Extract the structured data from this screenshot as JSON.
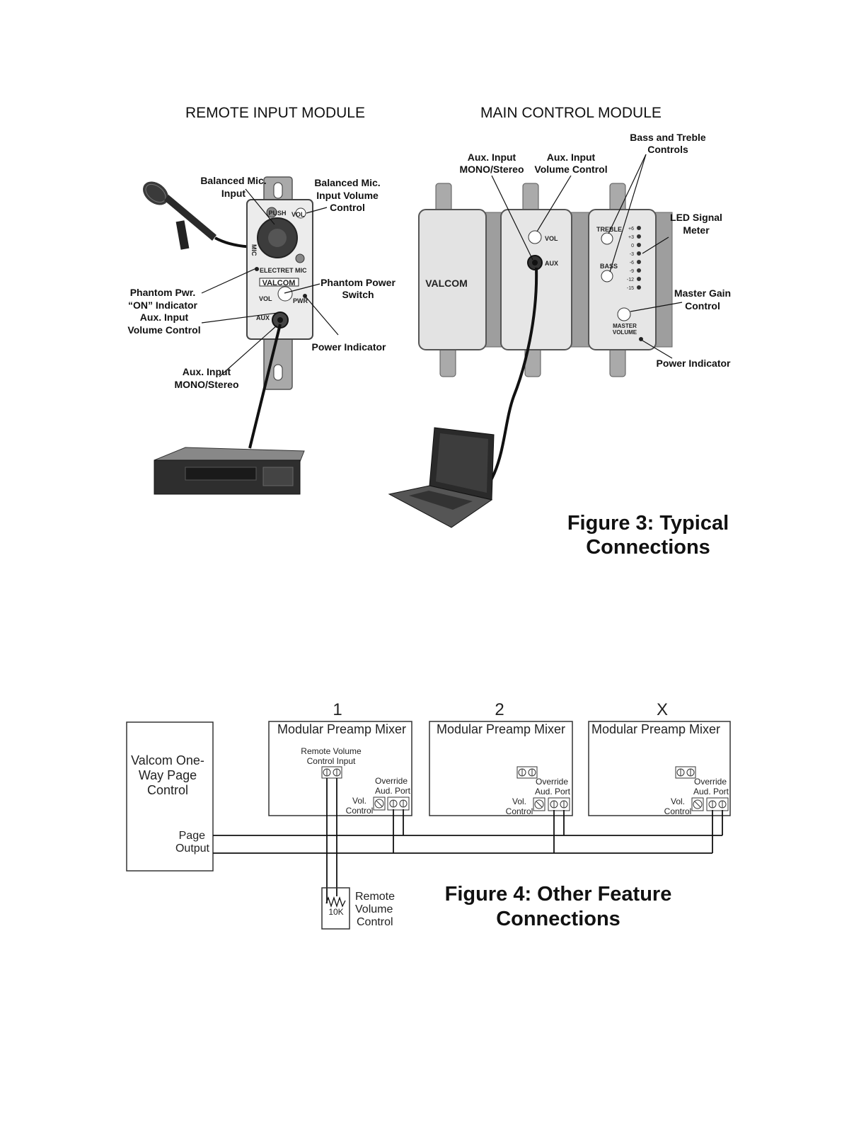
{
  "figure3": {
    "remote_header": "REMOTE INPUT MODULE",
    "main_header": "MAIN CONTROL MODULE",
    "remote_labels": {
      "balanced_mic_input": [
        "Balanced Mic.",
        "Input"
      ],
      "balanced_mic_volume": [
        "Balanced Mic.",
        "Input Volume",
        "Control"
      ],
      "phantom_pwr_on": [
        "Phantom Pwr.",
        "“ON” Indicator"
      ],
      "aux_volume": [
        "Aux. Input",
        "Volume Control"
      ],
      "phantom_power_switch": [
        "Phantom Power",
        "Switch"
      ],
      "power_indicator": "Power Indicator",
      "aux_input": [
        "Aux. Input",
        "MONO/Stereo"
      ]
    },
    "main_labels": {
      "aux_input": [
        "Aux. Input",
        "MONO/Stereo"
      ],
      "aux_volume": [
        "Aux. Input",
        "Volume Control"
      ],
      "bass_treble": [
        "Bass and Treble",
        "Controls"
      ],
      "led_meter": [
        "LED Signal",
        "Meter"
      ],
      "master_gain": [
        "Master Gain",
        "Control"
      ],
      "power_indicator": "Power Indicator"
    },
    "device_text": {
      "mic": "MIC",
      "vol": "VOL",
      "electret": "ELECTRET MIC",
      "brand": "VALCOM",
      "pwr": "PWR",
      "aux": "AUX",
      "push": "PUSH",
      "treble": "TREBLE",
      "bass": "BASS",
      "master": [
        "MASTER",
        "VOLUME"
      ],
      "led_levels": [
        "+6",
        "+3",
        "0",
        "-3",
        "-6",
        "-9",
        "-12",
        "-15"
      ]
    },
    "caption": [
      "Figure 3:  Typical",
      "Connections"
    ]
  },
  "figure4": {
    "source_box": [
      "Valcom One-",
      "Way Page",
      "Control"
    ],
    "page_output": [
      "Page",
      "Output"
    ],
    "mixer_numbers": [
      "1",
      "2",
      "X"
    ],
    "mixer_title": "Modular Preamp Mixer",
    "remote_volume_input": [
      "Remote Volume",
      "Control Input"
    ],
    "override_port": [
      "Override",
      "Aud. Port"
    ],
    "vol_control": [
      "Vol.",
      "Control"
    ],
    "resistor": "10K",
    "remote_volume": [
      "Remote",
      "Volume",
      "Control"
    ],
    "caption": [
      "Figure 4:  Other Feature",
      "Connections"
    ]
  }
}
